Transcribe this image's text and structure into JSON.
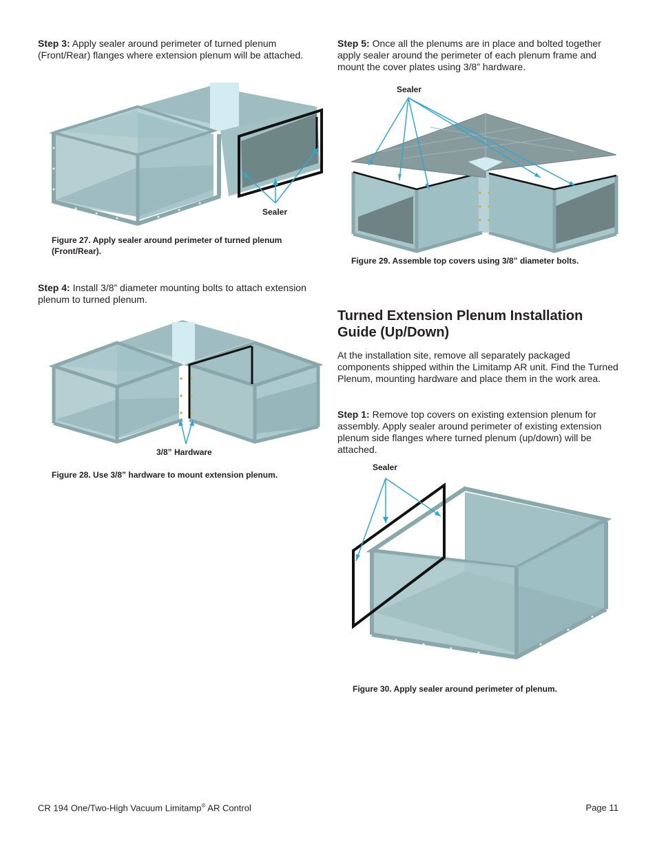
{
  "left_column": {
    "step3": {
      "label": "Step 3:",
      "text": " Apply sealer around perimeter of turned plenum (Front/Rear) flanges where extension plenum will be attached."
    },
    "fig27": {
      "callout": "Sealer",
      "caption": "Figure 27. Apply sealer around perimeter of turned plenum (Front/Rear)."
    },
    "step4": {
      "label": "Step 4:",
      "text": " Install 3/8” diameter mounting bolts to attach extension plenum to turned plenum."
    },
    "fig28": {
      "callout": "3/8” Hardware",
      "caption": "Figure 28. Use 3/8” hardware to mount extension plenum."
    }
  },
  "right_column": {
    "step5": {
      "label": "Step 5:",
      "text": " Once all the plenums are in place and bolted together apply sealer around the perimeter of each plenum frame and mount the cover plates using 3/8” hardware."
    },
    "fig29": {
      "callout": "Sealer",
      "caption": "Figure 29. Assemble top covers using 3/8” diameter bolts."
    },
    "section_heading": "Turned Extension Plenum Installation Guide (Up/Down)",
    "intro": "At the installation site, remove all separately packaged components shipped within the Limitamp AR unit. Find the Turned Plenum, mounting hardware and place them in the work area.",
    "step1": {
      "label": "Step 1:",
      "text": " Remove top covers on existing extension plenum for assembly. Apply sealer around perimeter of existing extension plenum side flanges where turned plenum (up/down) will be attached."
    },
    "fig30": {
      "callout": "Sealer",
      "caption": "Figure 30. Apply sealer around perimeter of plenum."
    }
  },
  "footer": {
    "doc_title_pre": "CR 194 One/Two-High Vacuum Limitamp",
    "doc_title_sup": "®",
    "doc_title_post": " AR Control",
    "page": "Page 11"
  },
  "colors": {
    "panel": "#a9c8cb",
    "panel_dark": "#8fb0b4",
    "floor": "#6c7f80",
    "frame": "#9fb9bc",
    "sealer": "#111111",
    "arrow": "#2ea7d8"
  }
}
